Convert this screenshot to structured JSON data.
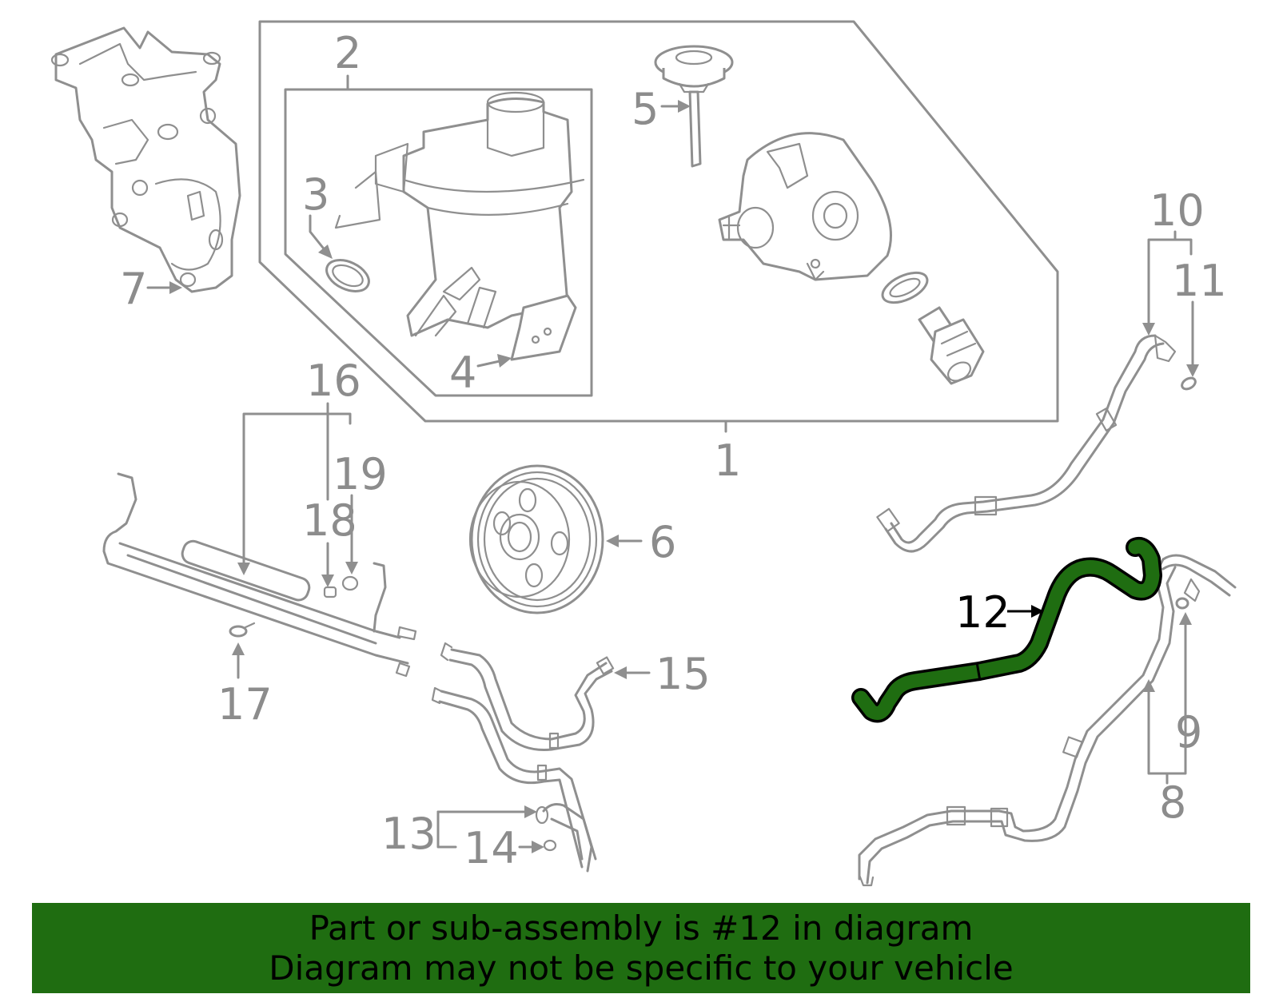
{
  "callouts": {
    "c1": "1",
    "c2": "2",
    "c3": "3",
    "c4": "4",
    "c5": "5",
    "c6": "6",
    "c7": "7",
    "c8": "8",
    "c9": "9",
    "c10": "10",
    "c11": "11",
    "c12": "12",
    "c13": "13",
    "c14": "14",
    "c15": "15",
    "c16": "16",
    "c17": "17",
    "c18": "18",
    "c19": "19"
  },
  "highlight": {
    "part": "12",
    "color": "#1f6d11"
  },
  "banner": {
    "line1": "Part or sub-assembly is #12 in diagram",
    "line2": "Diagram may not be specific to your vehicle",
    "background": "#1f6d11"
  }
}
